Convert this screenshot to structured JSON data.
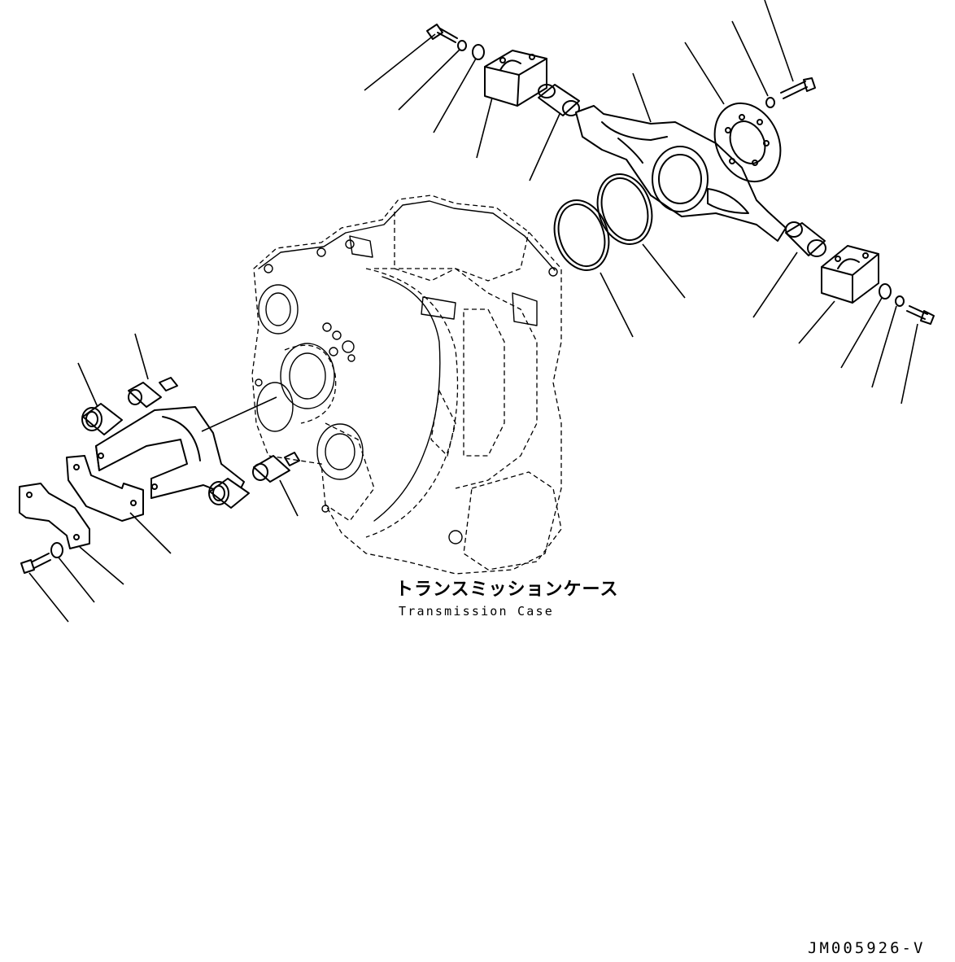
{
  "labels": {
    "transmission_case_jp": "トランスミッションケース",
    "transmission_case_en": "Transmission Case"
  },
  "drawing_id": "JM005926-V"
}
